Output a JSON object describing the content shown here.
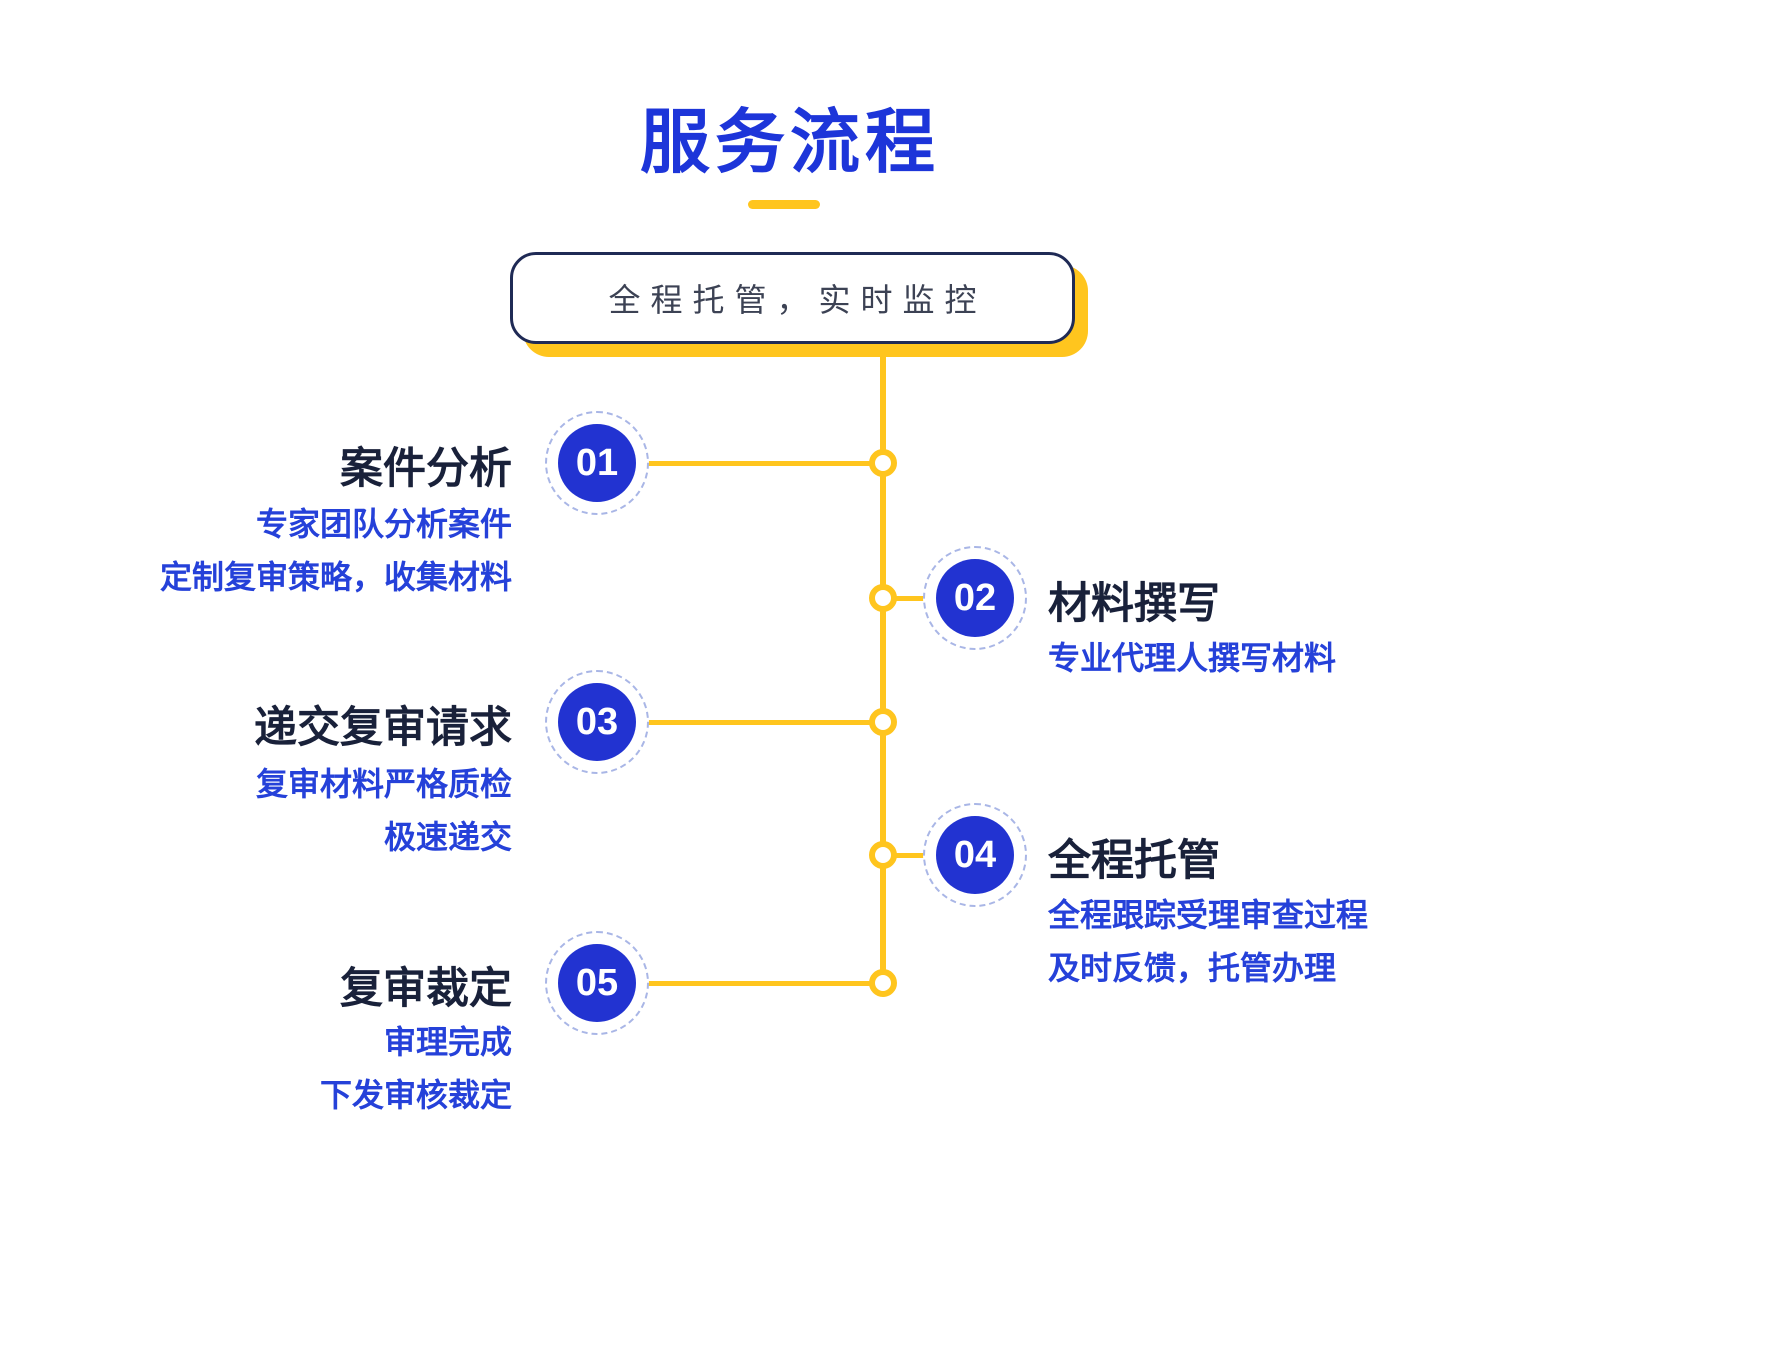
{
  "title": "服务流程",
  "banner": {
    "text": "全程托管，实时监控"
  },
  "colors": {
    "title_blue": "#1d35d9",
    "circle_blue": "#2233d1",
    "description_blue": "#2541d9",
    "heading_dark": "#19213a",
    "accent_yellow": "#ffc51e",
    "ring_dash": "#a9b6e6",
    "banner_border": "#1f2a55"
  },
  "steps": [
    {
      "number": "01",
      "side": "left",
      "title": "案件分析",
      "lines": [
        "专家团队分析案件",
        "定制复审策略，收集材料"
      ]
    },
    {
      "number": "02",
      "side": "right",
      "title": "材料撰写",
      "lines": [
        "专业代理人撰写材料"
      ]
    },
    {
      "number": "03",
      "side": "left",
      "title": "递交复审请求",
      "lines": [
        "复审材料严格质检",
        "极速递交"
      ]
    },
    {
      "number": "04",
      "side": "right",
      "title": "全程托管",
      "lines": [
        "全程跟踪受理审查过程",
        "及时反馈，托管办理"
      ]
    },
    {
      "number": "05",
      "side": "left",
      "title": "复审裁定",
      "lines": [
        "审理完成",
        "下发审核裁定"
      ]
    }
  ]
}
